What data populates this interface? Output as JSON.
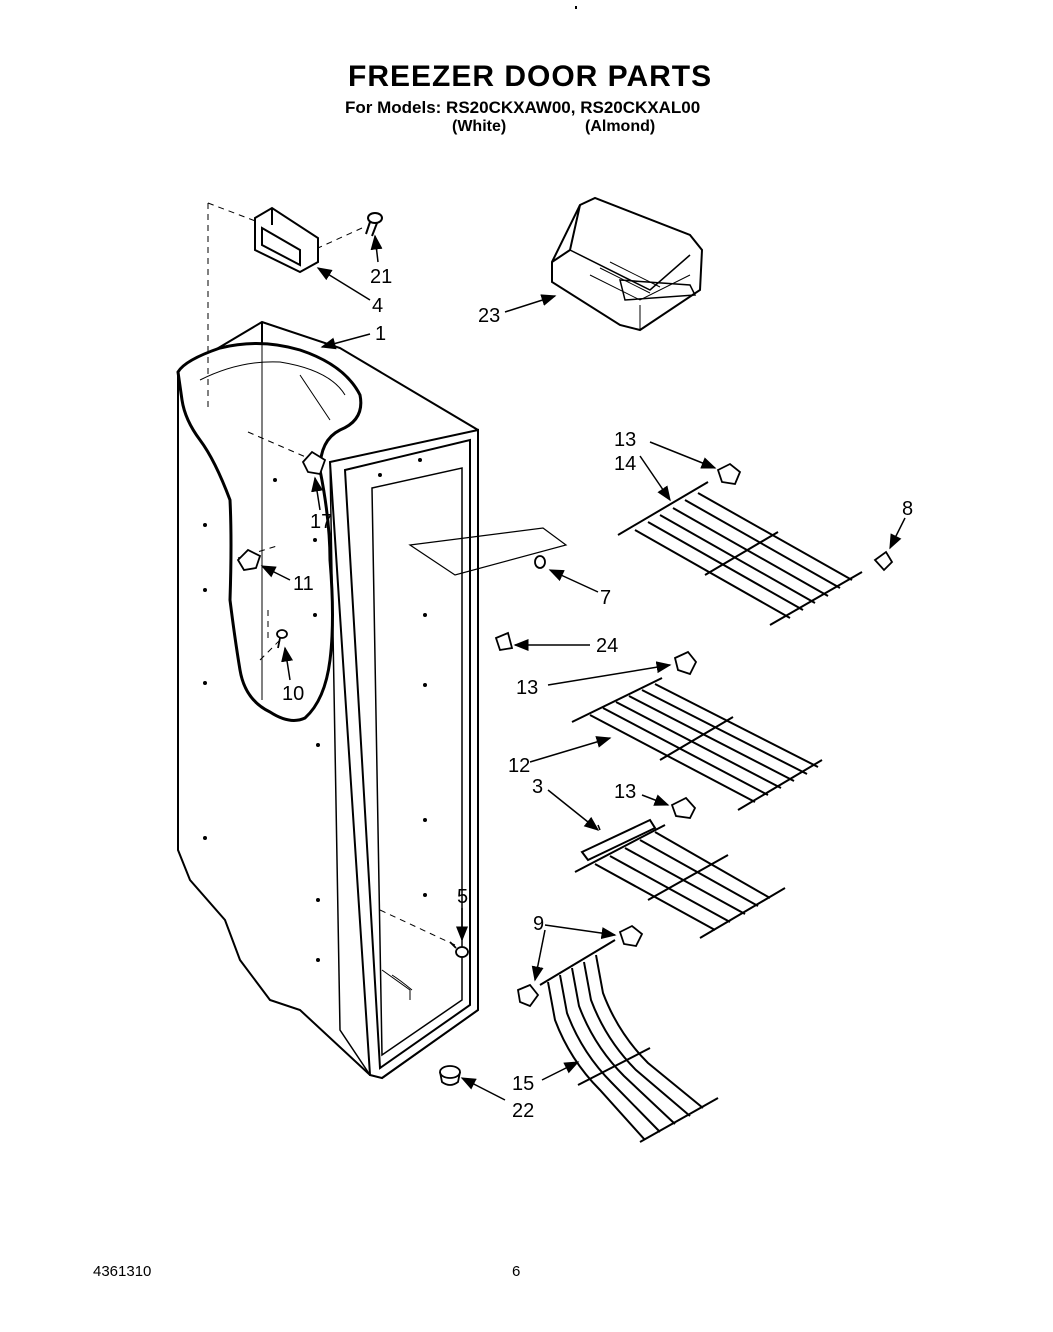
{
  "header": {
    "title": "FREEZER DOOR PARTS",
    "models_line": "For Models: RS20CKXAW00, RS20CKXAL00",
    "color_white": "(White)",
    "color_almond": "(Almond)"
  },
  "callouts": {
    "c1": "1",
    "c3": "3",
    "c4": "4",
    "c5": "5",
    "c7": "7",
    "c8": "8",
    "c9": "9",
    "c10": "10",
    "c11": "11",
    "c12": "12",
    "c13a": "13",
    "c13b": "13",
    "c13c": "13",
    "c14": "14",
    "c15": "15",
    "c17": "17",
    "c21": "21",
    "c22": "22",
    "c23": "23",
    "c24": "24"
  },
  "footer": {
    "doc_number": "4361310",
    "page_number": "6"
  }
}
